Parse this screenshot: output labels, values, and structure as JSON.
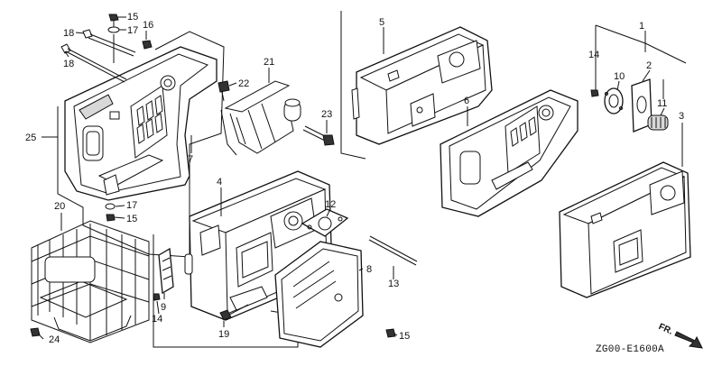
{
  "diagram": {
    "code": "ZG00-E1600A",
    "direction_label": "FR.",
    "callouts": [
      {
        "id": "c1",
        "text": "1"
      },
      {
        "id": "c2",
        "text": "2"
      },
      {
        "id": "c3",
        "text": "3"
      },
      {
        "id": "c4",
        "text": "4"
      },
      {
        "id": "c5",
        "text": "5"
      },
      {
        "id": "c6",
        "text": "6"
      },
      {
        "id": "c7",
        "text": "7"
      },
      {
        "id": "c8",
        "text": "8"
      },
      {
        "id": "c9",
        "text": "9"
      },
      {
        "id": "c10",
        "text": "10"
      },
      {
        "id": "c11",
        "text": "11"
      },
      {
        "id": "c12",
        "text": "12"
      },
      {
        "id": "c13",
        "text": "13"
      },
      {
        "id": "c14a",
        "text": "14"
      },
      {
        "id": "c14b",
        "text": "14"
      },
      {
        "id": "c15a",
        "text": "15"
      },
      {
        "id": "c15b",
        "text": "15"
      },
      {
        "id": "c15c",
        "text": "15"
      },
      {
        "id": "c16",
        "text": "16"
      },
      {
        "id": "c17a",
        "text": "17"
      },
      {
        "id": "c17b",
        "text": "17"
      },
      {
        "id": "c18a",
        "text": "18"
      },
      {
        "id": "c18b",
        "text": "18"
      },
      {
        "id": "c19",
        "text": "19"
      },
      {
        "id": "c20",
        "text": "20"
      },
      {
        "id": "c21",
        "text": "21"
      },
      {
        "id": "c22",
        "text": "22"
      },
      {
        "id": "c23",
        "text": "23"
      },
      {
        "id": "c24",
        "text": "24"
      },
      {
        "id": "c25",
        "text": "25"
      }
    ]
  }
}
